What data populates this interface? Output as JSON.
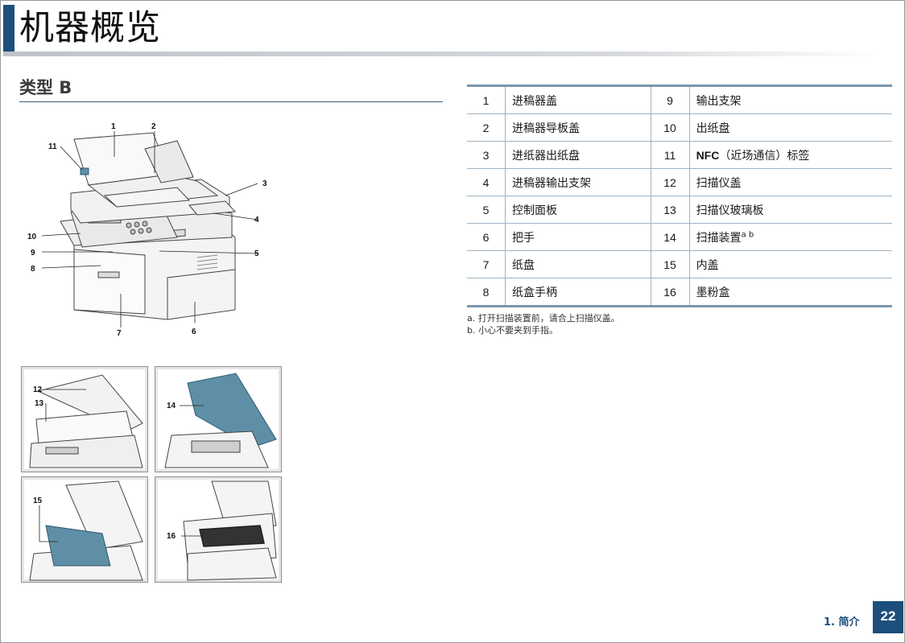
{
  "page": {
    "title": "机器概览",
    "section_title": "类型 B",
    "footer_section": "1. 简介",
    "page_number": "22"
  },
  "main_callouts": [
    "1",
    "2",
    "3",
    "4",
    "5",
    "6",
    "7",
    "8",
    "9",
    "10",
    "11"
  ],
  "inset_callouts": {
    "top_left": [
      "12",
      "13"
    ],
    "top_right": [
      "14"
    ],
    "bottom_left": [
      "15"
    ],
    "bottom_right": [
      "16"
    ]
  },
  "parts": [
    {
      "left_num": "1",
      "left_name": "进稿器盖",
      "right_num": "9",
      "right_name": "输出支架"
    },
    {
      "left_num": "2",
      "left_name": "进稿器导板盖",
      "right_num": "10",
      "right_name": "出纸盘"
    },
    {
      "left_num": "3",
      "left_name": "进纸器出纸盘",
      "right_num": "11",
      "right_name_bold": "NFC",
      "right_name": "（近场通信）标签"
    },
    {
      "left_num": "4",
      "left_name": "进稿器输出支架",
      "right_num": "12",
      "right_name": "扫描仪盖"
    },
    {
      "left_num": "5",
      "left_name": "控制面板",
      "right_num": "13",
      "right_name": "扫描仪玻璃板"
    },
    {
      "left_num": "6",
      "left_name": "把手",
      "right_num": "14",
      "right_name": "扫描装置",
      "right_sup": "a b"
    },
    {
      "left_num": "7",
      "left_name": "纸盘",
      "right_num": "15",
      "right_name": "内盖"
    },
    {
      "left_num": "8",
      "left_name": "纸盒手柄",
      "right_num": "16",
      "right_name": "墨粉盒"
    }
  ],
  "notes": [
    "a. 打开扫描装置前，请合上扫描仪盖。",
    "b. 小心不要夹到手指。"
  ],
  "colors": {
    "brand_blue": "#1d4f7c",
    "table_rule": "#7a96ad",
    "scanner_teal": "#5f8fa6"
  }
}
